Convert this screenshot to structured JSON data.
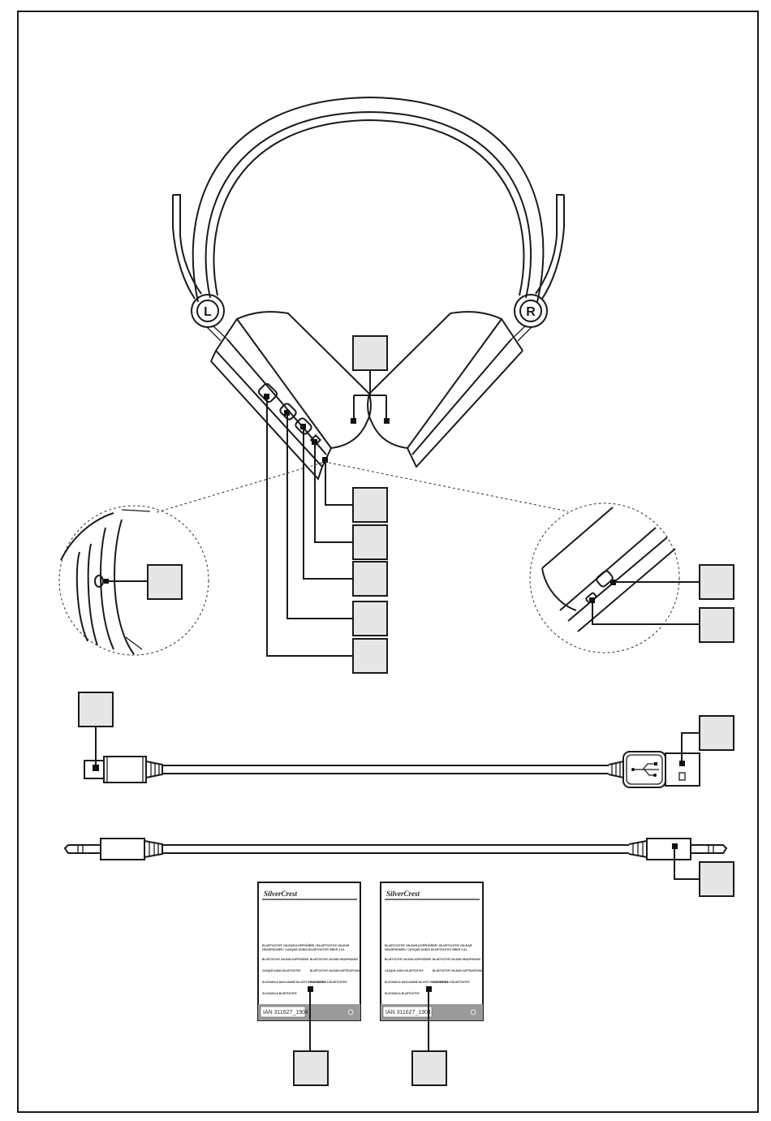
{
  "labels": {
    "headphone_left_marker": "L",
    "headphone_right_marker": "R"
  },
  "manual_left": {
    "brand": "SilverCrest",
    "title_line1": "BLUETOOTH® ON-EAR-KOPFHÖRER / BLUETOOTH® ON-EAR",
    "title_line2": "HEADPHONES / CASQUE AUDIO BLUETOOTH®  SBKP 4 A1",
    "items": [
      "BLUETOOTH® ON-EAR-KOPFHÖRER",
      "BLUETOOTH® ON-EAR HEADPHONES",
      "CASQUE AUDIO BLUETOOTH®",
      "BLUETOOTH® ON-EAR KOPTELEFOON",
      "SLÚCHADLÁ NASLADANE NA USZY BLUETOOTH®",
      "SLUCHÁTKA S BLUETOOTH®",
      "SLUCHADLÁ BLUETOOTH®"
    ],
    "ian": "IAN 311627_1904"
  },
  "manual_right": {
    "brand": "SilverCrest",
    "title_line1": "BLUETOOTH® ON-EAR-KOPFHÖRER / BLUETOOTH® ON-EAR",
    "title_line2": "HEADPHONES / CASQUE AUDIO BLUETOOTH®  SBKP 4 A1",
    "items": [
      "BLUETOOTH® ON-EAR-KOPFHÖRER",
      "BLUETOOTH® ON-EAR HEADPHONES",
      "CASQUE AUDIO BLUETOOTH®",
      "BLUETOOTH® ON-EAR KOPTELEFOON",
      "SLÚCHADLÁ NASLADANE NA USZY BLUETOOTH®",
      "SLUCHÁTKA S BLUETOOTH®",
      "SLUCHADLÁ BLUETOOTH®"
    ],
    "ian": "IAN 311627_1904"
  },
  "colors": {
    "line": "#1a1a1a",
    "callout_box_fill": "#e6e6e6",
    "manual_footer": "#9a9a9a"
  },
  "icons": [
    "usb-symbol-icon"
  ]
}
